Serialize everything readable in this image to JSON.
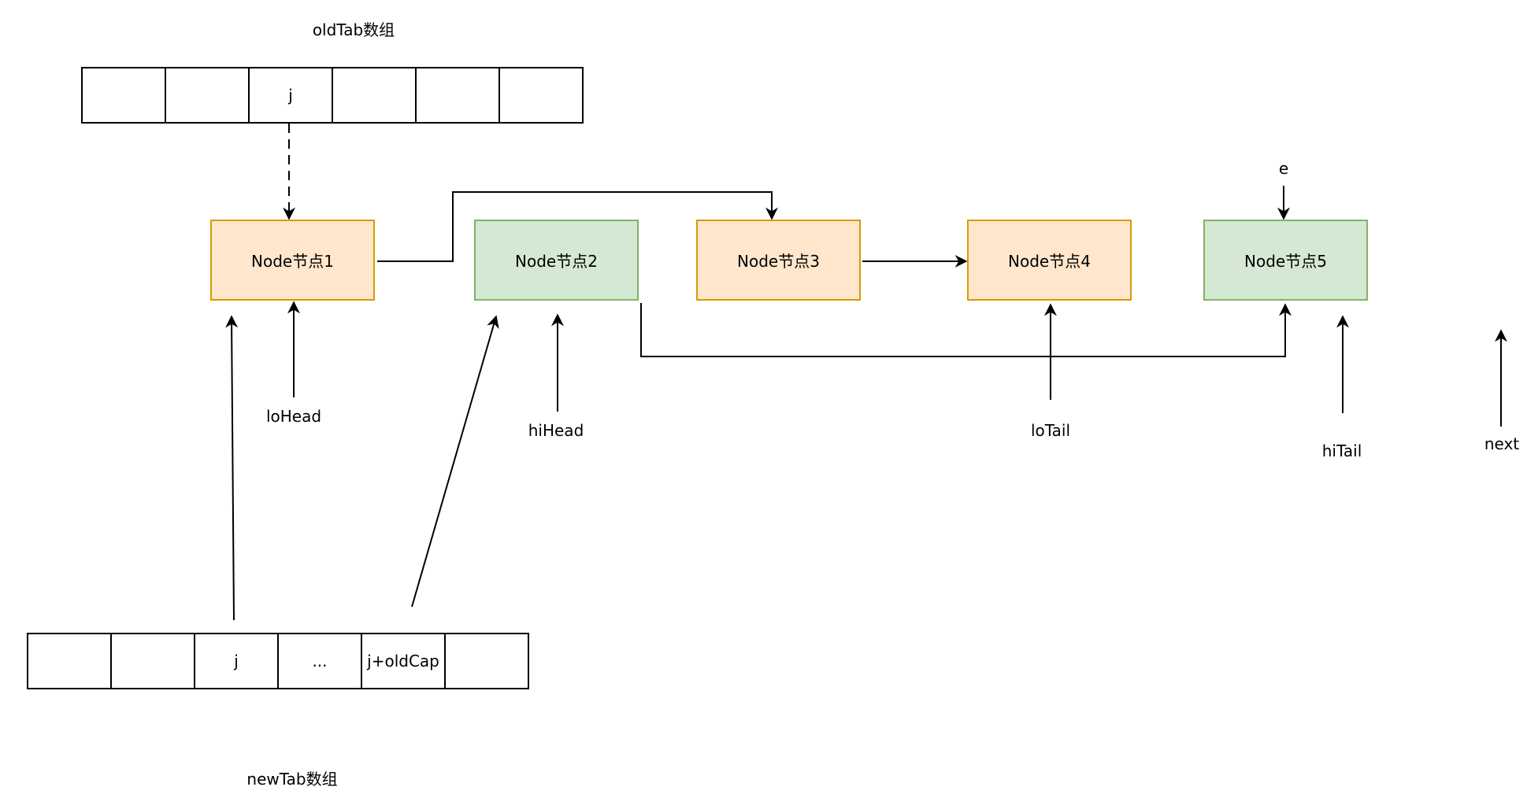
{
  "old_array": {
    "label": "oldTab数组",
    "cells": [
      "",
      "",
      "j",
      "",
      "",
      ""
    ]
  },
  "new_array": {
    "label": "newTab数组",
    "cells": [
      "",
      "",
      "j",
      "...",
      "j+oldCap",
      ""
    ]
  },
  "nodes": [
    {
      "label": "Node节点1",
      "kind": "lo"
    },
    {
      "label": "Node节点2",
      "kind": "hi"
    },
    {
      "label": "Node节点3",
      "kind": "lo"
    },
    {
      "label": "Node节点4",
      "kind": "lo"
    },
    {
      "label": "Node节点5",
      "kind": "hi"
    }
  ],
  "pointers": {
    "loHead": "loHead",
    "hiHead": "hiHead",
    "loTail": "loTail",
    "hiTail": "hiTail",
    "next": "next",
    "e": "e"
  },
  "colors": {
    "lo_fill": "#ffe6cc",
    "lo_border": "#d79b00",
    "hi_fill": "#d5e8d4",
    "hi_border": "#82b366",
    "line": "#000000"
  }
}
